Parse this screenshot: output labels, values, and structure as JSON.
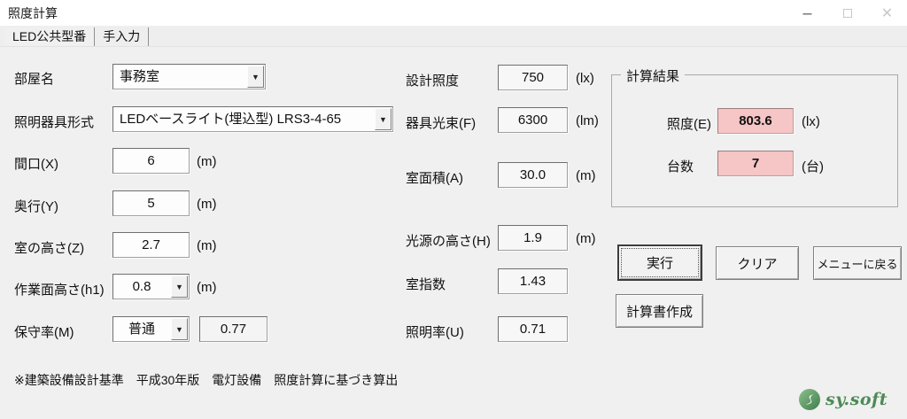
{
  "window": {
    "title": "照度計算",
    "controls": {
      "minimize": "─",
      "close": "✕"
    }
  },
  "tabs": [
    {
      "label": "LED公共型番",
      "active": true
    },
    {
      "label": "手入力",
      "active": false
    }
  ],
  "form_left": {
    "room_name": {
      "label": "部屋名",
      "value": "事務室"
    },
    "fixture_type": {
      "label": "照明器具形式",
      "value": "LEDベースライト(埋込型) LRS3-4-65"
    },
    "width_x": {
      "label": "間口(X)",
      "value": "6",
      "unit": "(m)"
    },
    "depth_y": {
      "label": "奥行(Y)",
      "value": "5",
      "unit": "(m)"
    },
    "room_height_z": {
      "label": "室の高さ(Z)",
      "value": "2.7",
      "unit": "(m)"
    },
    "work_plane_height": {
      "label": "作業面高さ(h1)",
      "value": "0.8",
      "unit": "(m)"
    },
    "maintenance_factor": {
      "label": "保守率(M)",
      "value": "普通",
      "factor": "0.77"
    }
  },
  "form_middle": {
    "design_illuminance": {
      "label": "設計照度",
      "value": "750",
      "unit": "(lx)"
    },
    "fixture_flux": {
      "label": "器具光束(F)",
      "value": "6300",
      "unit": "(lm)"
    },
    "room_area": {
      "label": "室面積(A)",
      "value": "30.0",
      "unit": "(m)"
    },
    "source_height": {
      "label": "光源の高さ(H)",
      "value": "1.9",
      "unit": "(m)"
    },
    "room_index": {
      "label": "室指数",
      "value": "1.43"
    },
    "utilization_factor": {
      "label": "照明率(U)",
      "value": "0.71"
    }
  },
  "results": {
    "title": "計算結果",
    "highlight_color": "#f6c5c5",
    "illuminance": {
      "label": "照度(E)",
      "value": "803.6",
      "unit": "(lx)"
    },
    "unit_count": {
      "label": "台数",
      "value": "7",
      "unit": "(台)"
    }
  },
  "buttons": {
    "execute": "実行",
    "clear": "クリア",
    "back_to_menu": "メニューに戻る",
    "create_report": "計算書作成"
  },
  "footer": {
    "note": "※建築設備設計基準　平成30年版　電灯設備　照度計算に基づき算出",
    "logo_text": "sy.soft"
  }
}
